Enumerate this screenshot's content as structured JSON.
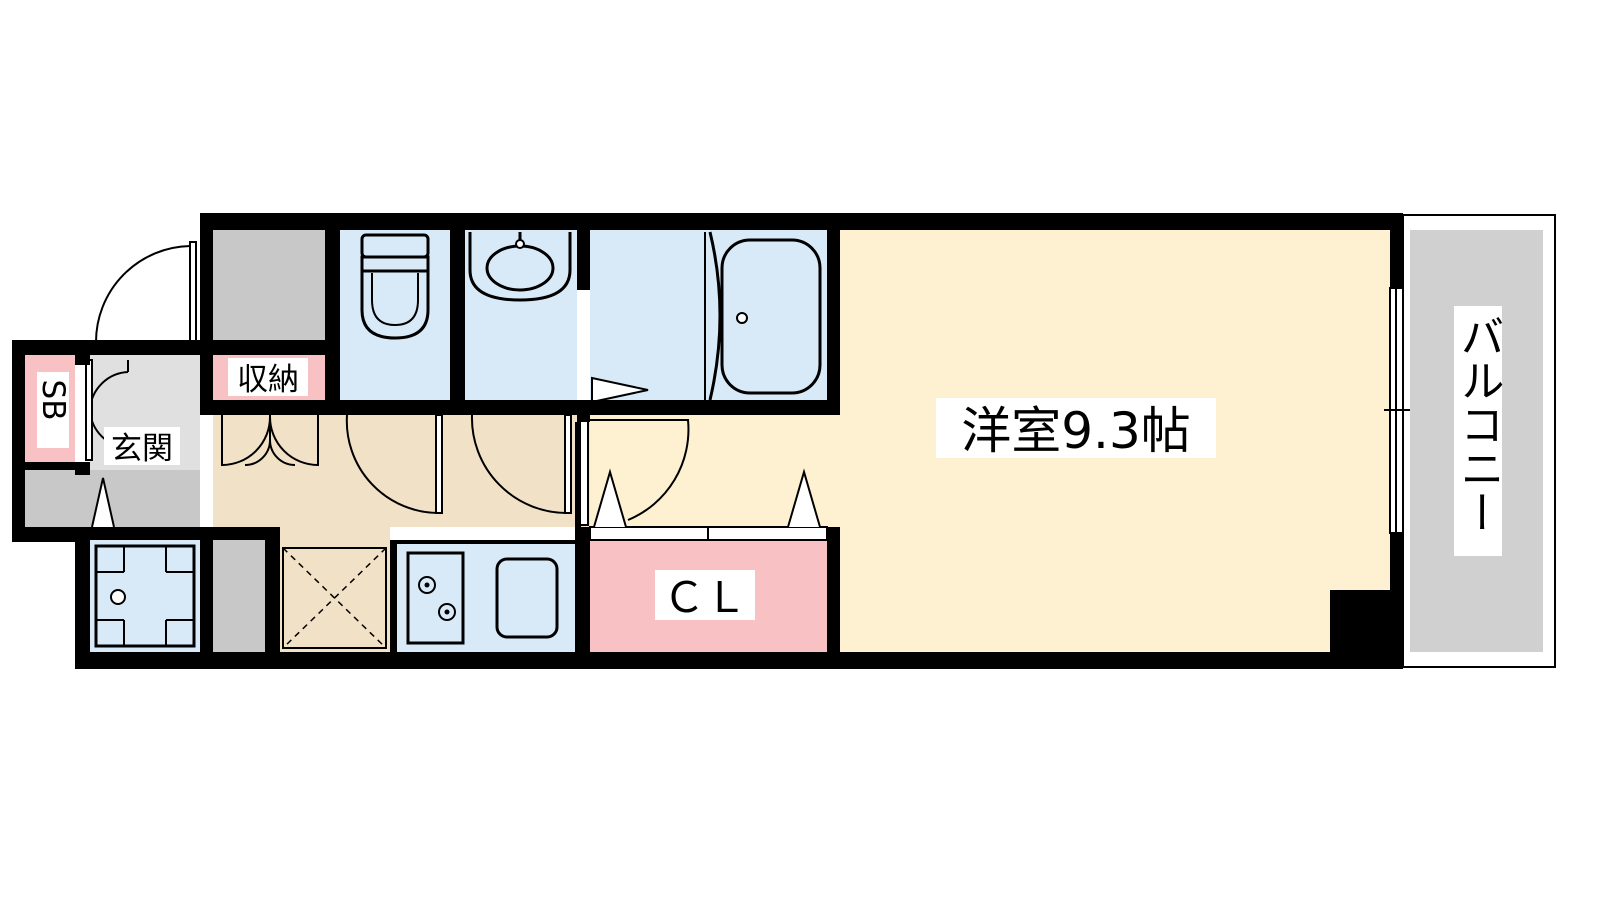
{
  "floorplan": {
    "rooms": {
      "western_room": {
        "label": "洋室9.3帖"
      },
      "closet": {
        "label": "ＣＬ"
      },
      "storage": {
        "label": "収納"
      },
      "entrance": {
        "label": "玄関"
      },
      "shoe_box": {
        "label": "SB"
      },
      "balcony": {
        "label": "バルコニー"
      }
    },
    "colors": {
      "wall": "#000000",
      "room_floor": "#fdf1d2",
      "corridor_floor": "#f1e1c6",
      "wet_area": "#d8e9f8",
      "closet_storage": "#f8c2c4",
      "gray_area": "#c8c8c8",
      "balcony": "#d0d0d0",
      "background": "#ffffff"
    }
  }
}
